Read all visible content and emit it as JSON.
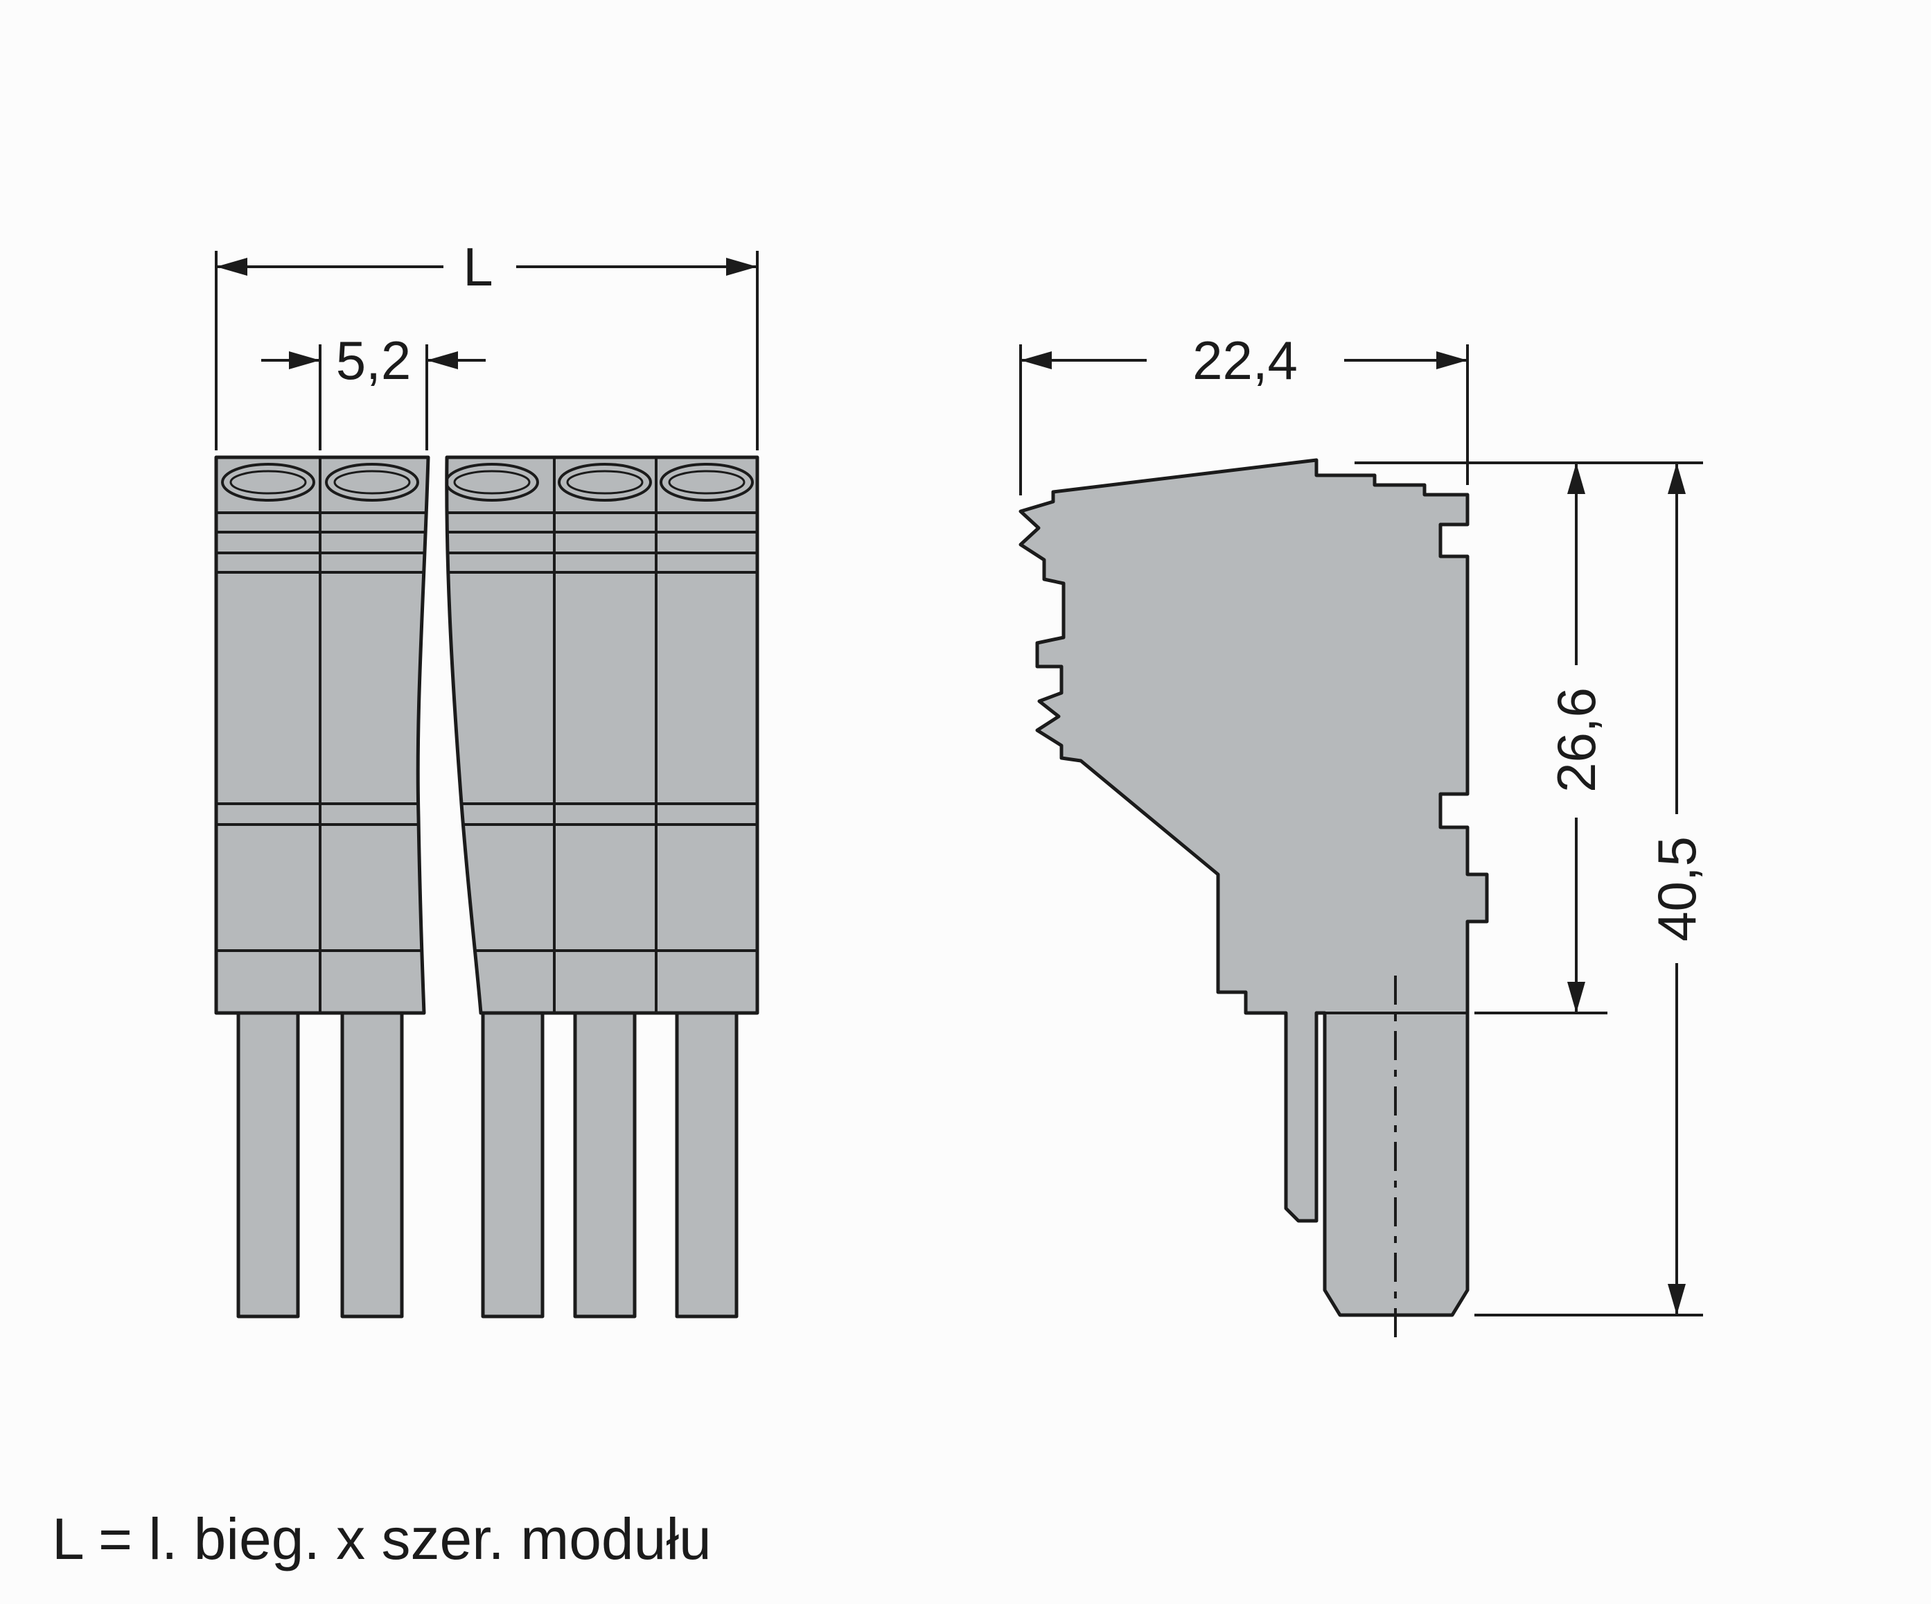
{
  "drawing": {
    "caption": "L = l. bieg. x szer. modułu",
    "front_view": {
      "dim_total_width": "L",
      "dim_pole_pitch": "5,2"
    },
    "side_view": {
      "dim_width": "22,4",
      "dim_height_body": "26,6",
      "dim_height_total": "40,5"
    }
  },
  "colors": {
    "background": "#fcfcfc",
    "body_fill": "#b6b9bb",
    "line": "#1b1b1b"
  }
}
